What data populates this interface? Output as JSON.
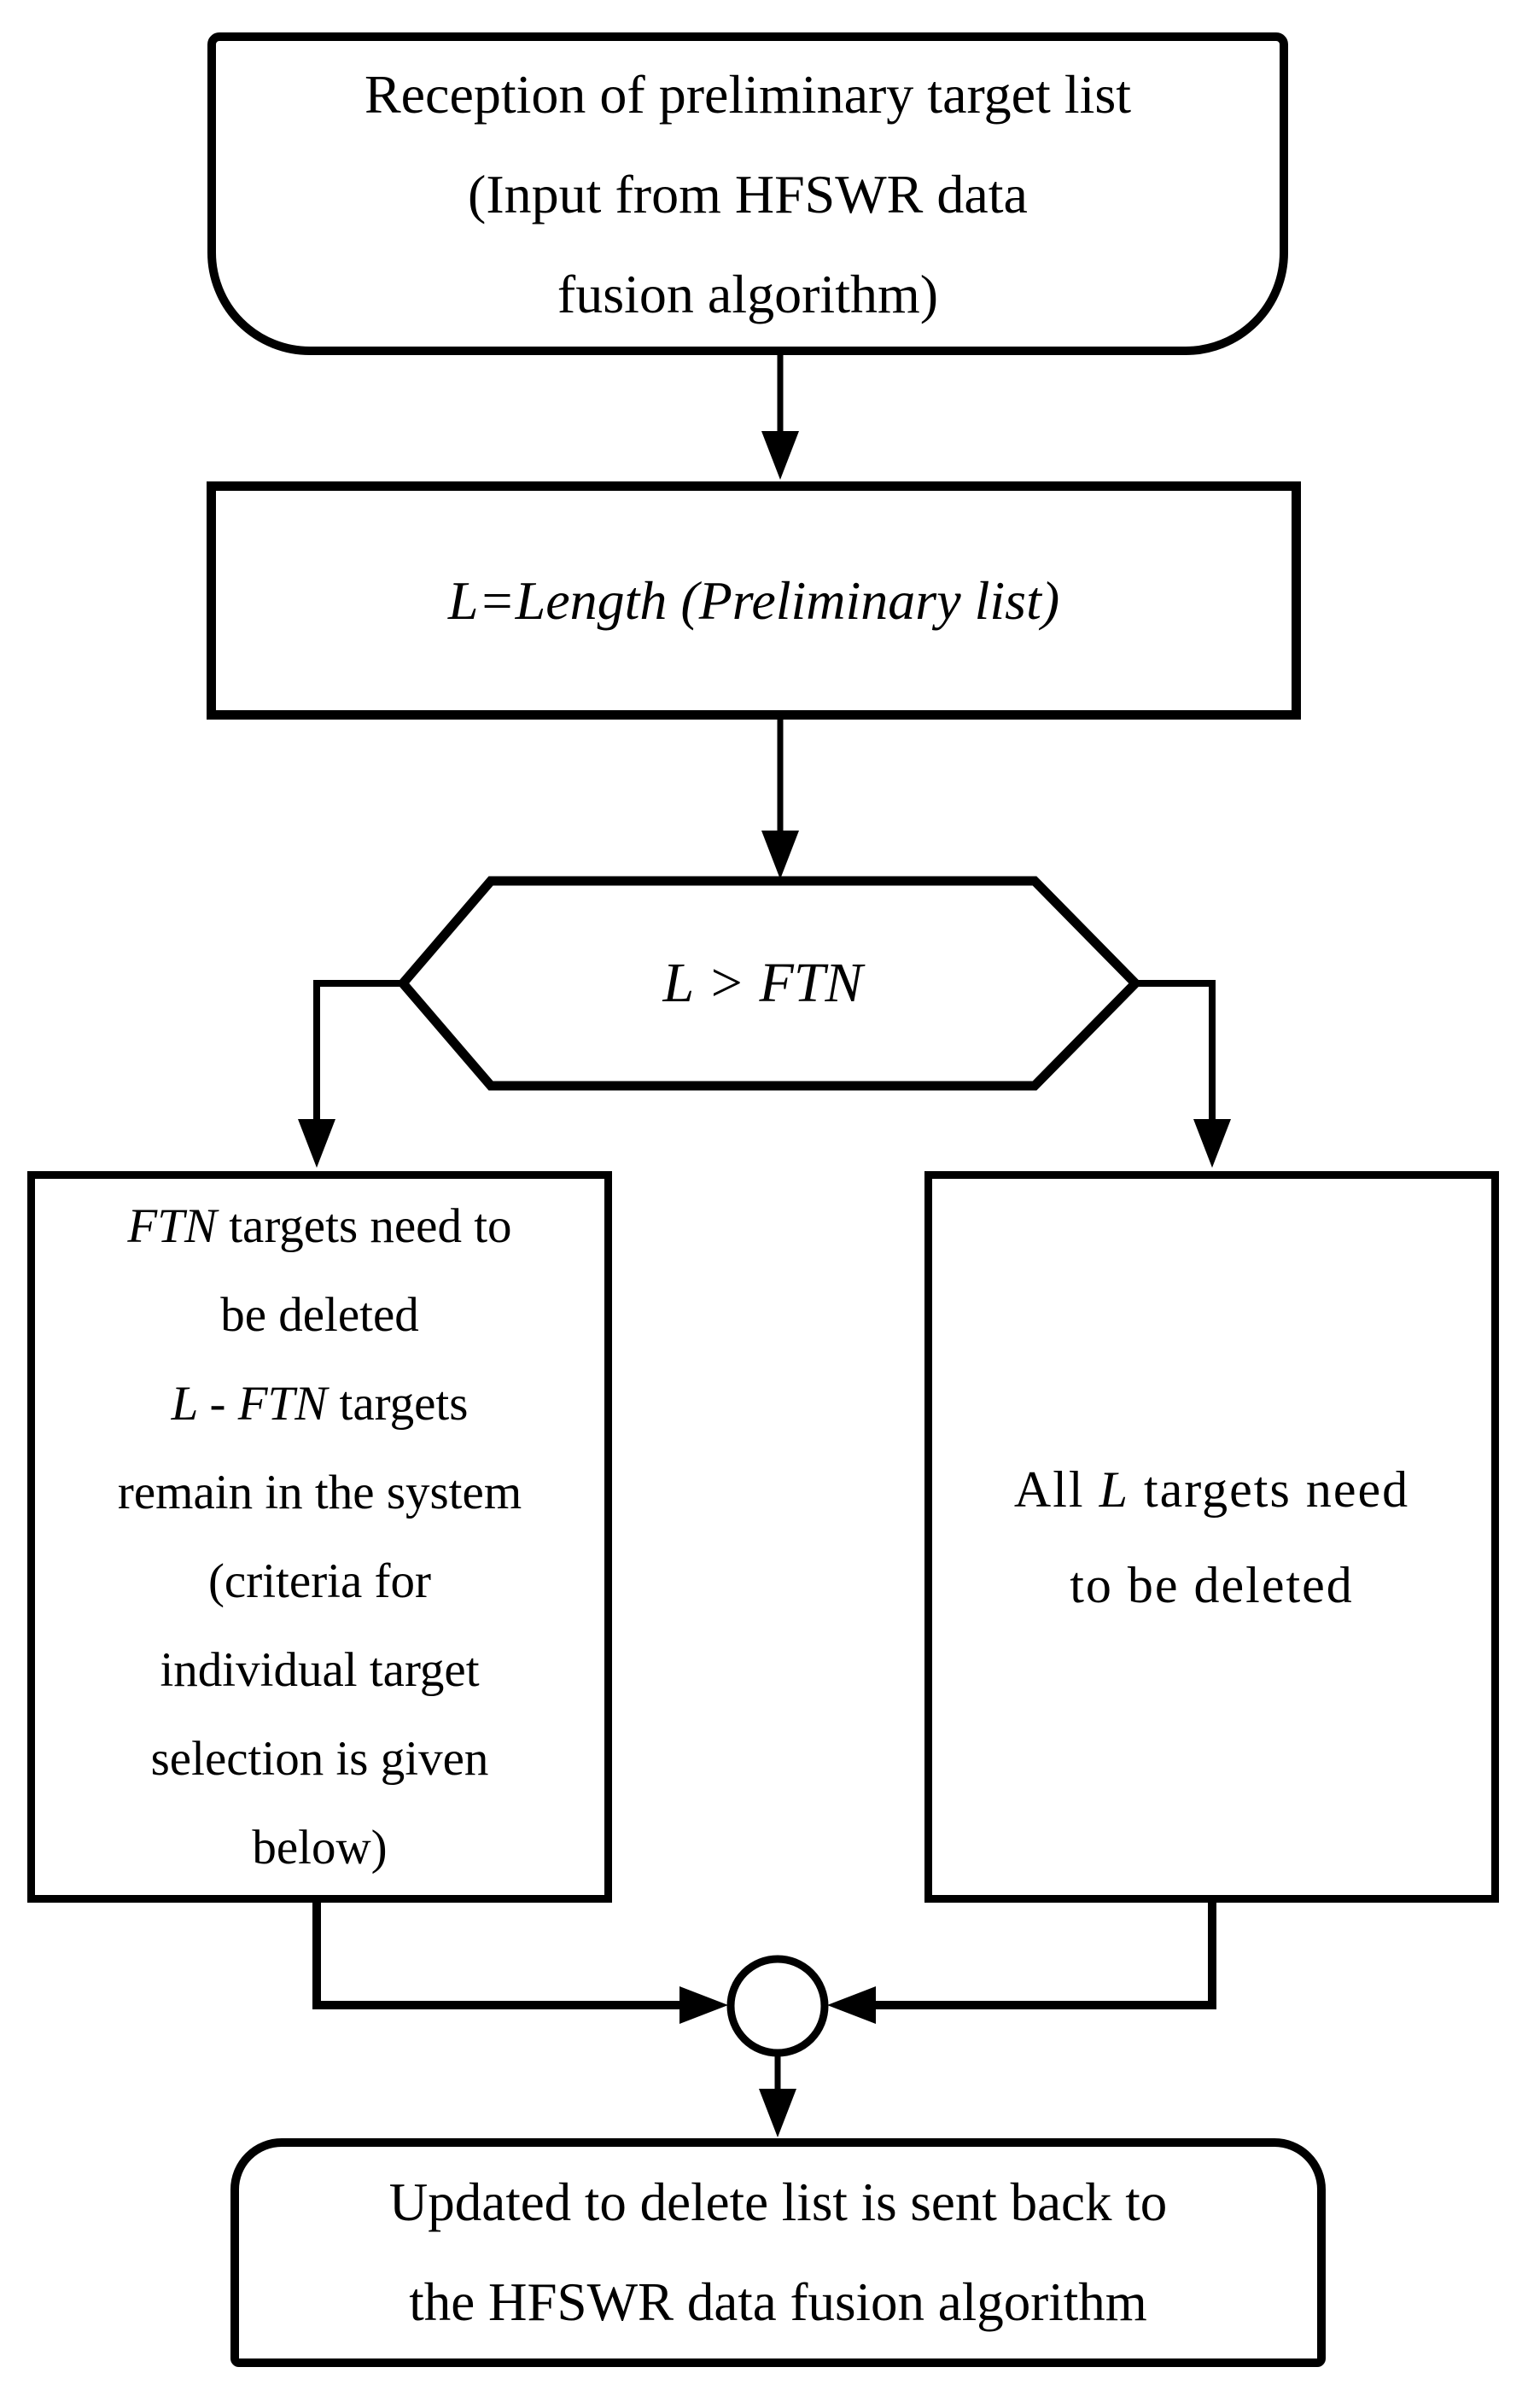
{
  "colors": {
    "ink": "#000000",
    "paper": "#ffffff"
  },
  "nodes": {
    "start": {
      "line1": "Reception of preliminary target list",
      "line2": "(Input from HFSWR data",
      "line3": "fusion algorithm)"
    },
    "process": {
      "text": "L=Length (Preliminary list)"
    },
    "decision": {
      "text": "L > FTN"
    },
    "left": {
      "line1_em": "FTN",
      "line1_rest": " targets need to",
      "line2": "be deleted",
      "line3_em": "L - FTN",
      "line3_rest": " targets",
      "line4": "remain in the system",
      "line5": "(criteria for",
      "line6": "individual target",
      "line7": "selection is given",
      "line8": "below)"
    },
    "right": {
      "line1_pre": "All ",
      "line1_em": "L",
      "line1_post": " targets need",
      "line2": "to be deleted"
    },
    "end": {
      "line1": "Updated to delete list is sent back to",
      "line2": "the HFSWR data fusion algorithm"
    }
  }
}
